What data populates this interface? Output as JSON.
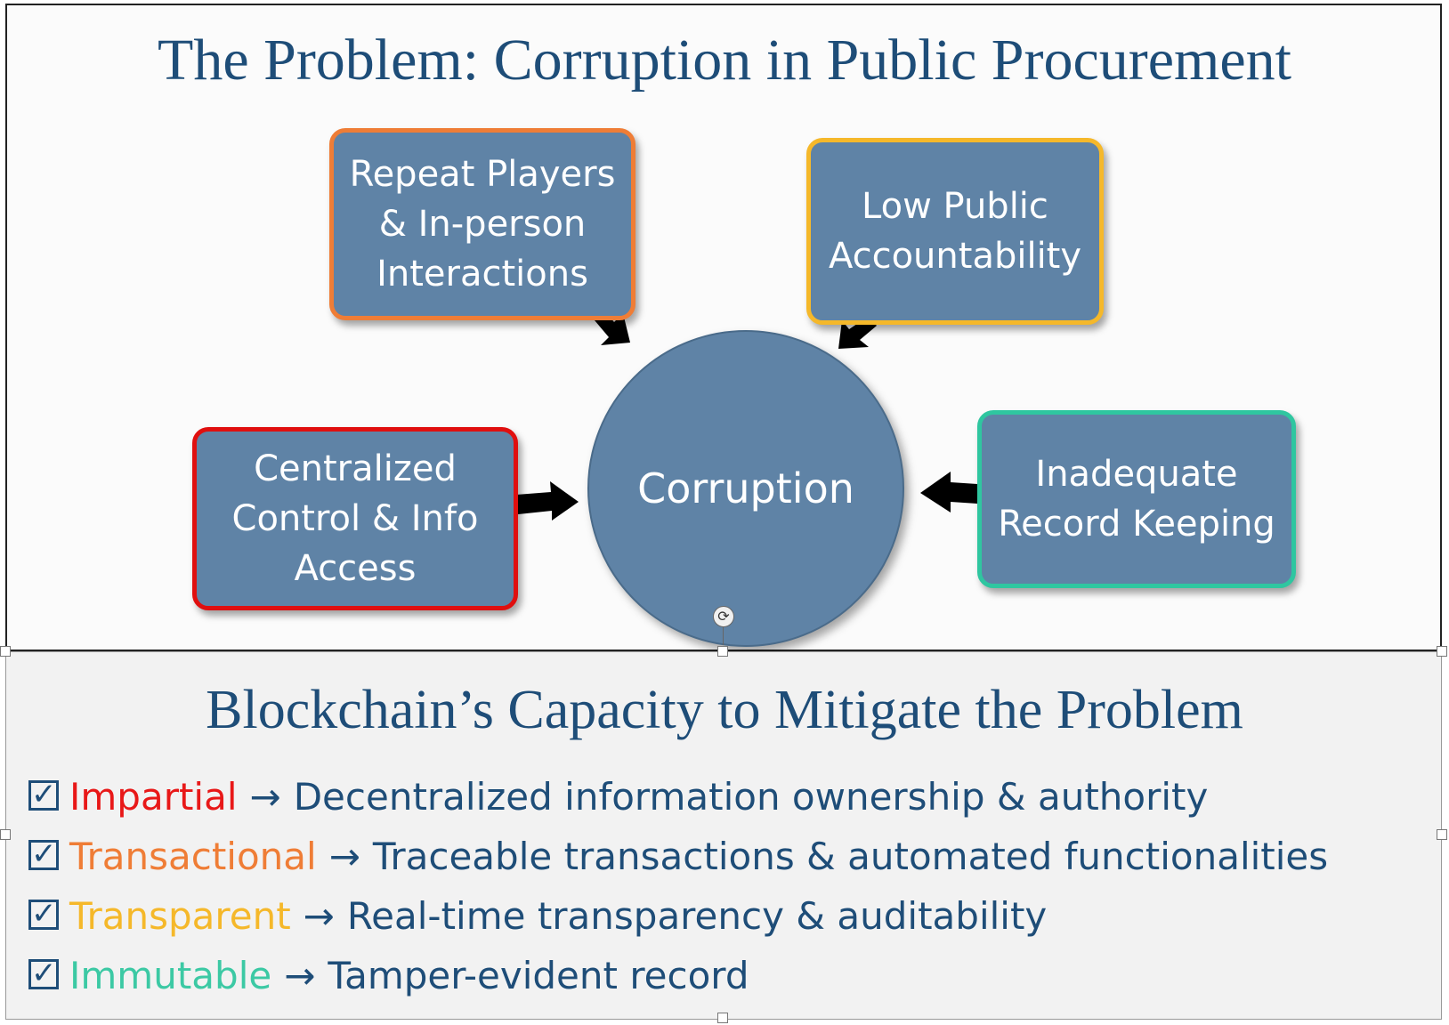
{
  "problem": {
    "title": "The Problem: Corruption in Public Procurement",
    "center": "Corruption",
    "causes": [
      {
        "lines": [
          "Repeat Players",
          "& In-person",
          "Interactions"
        ],
        "border": "#ef7d36"
      },
      {
        "lines": [
          "Low Public",
          "Accountability"
        ],
        "border": "#f5b82a"
      },
      {
        "lines": [
          "Centralized",
          "Control & Info",
          "Access"
        ],
        "border": "#e00f0f"
      },
      {
        "lines": [
          "Inadequate",
          "Record Keeping"
        ],
        "border": "#2fc6a0"
      }
    ]
  },
  "mitigation": {
    "title": "Blockchain’s Capacity to Mitigate the Problem",
    "check_glyph": "✓",
    "arrow_glyph": "→",
    "items": [
      {
        "keyword": "Impartial",
        "color": "#e81818",
        "description": "Decentralized information ownership & authority"
      },
      {
        "keyword": "Transactional",
        "color": "#ef7d36",
        "description": "Traceable transactions & automated functionalities"
      },
      {
        "keyword": "Transparent",
        "color": "#f5b82a",
        "description": "Real-time transparency & auditability"
      },
      {
        "keyword": "Immutable",
        "color": "#3cc9a4",
        "description": "Tamper-evident record"
      }
    ]
  },
  "colors": {
    "box_fill": "#5f83a6",
    "title_text": "#1e4d78",
    "arrow": "#000000"
  }
}
